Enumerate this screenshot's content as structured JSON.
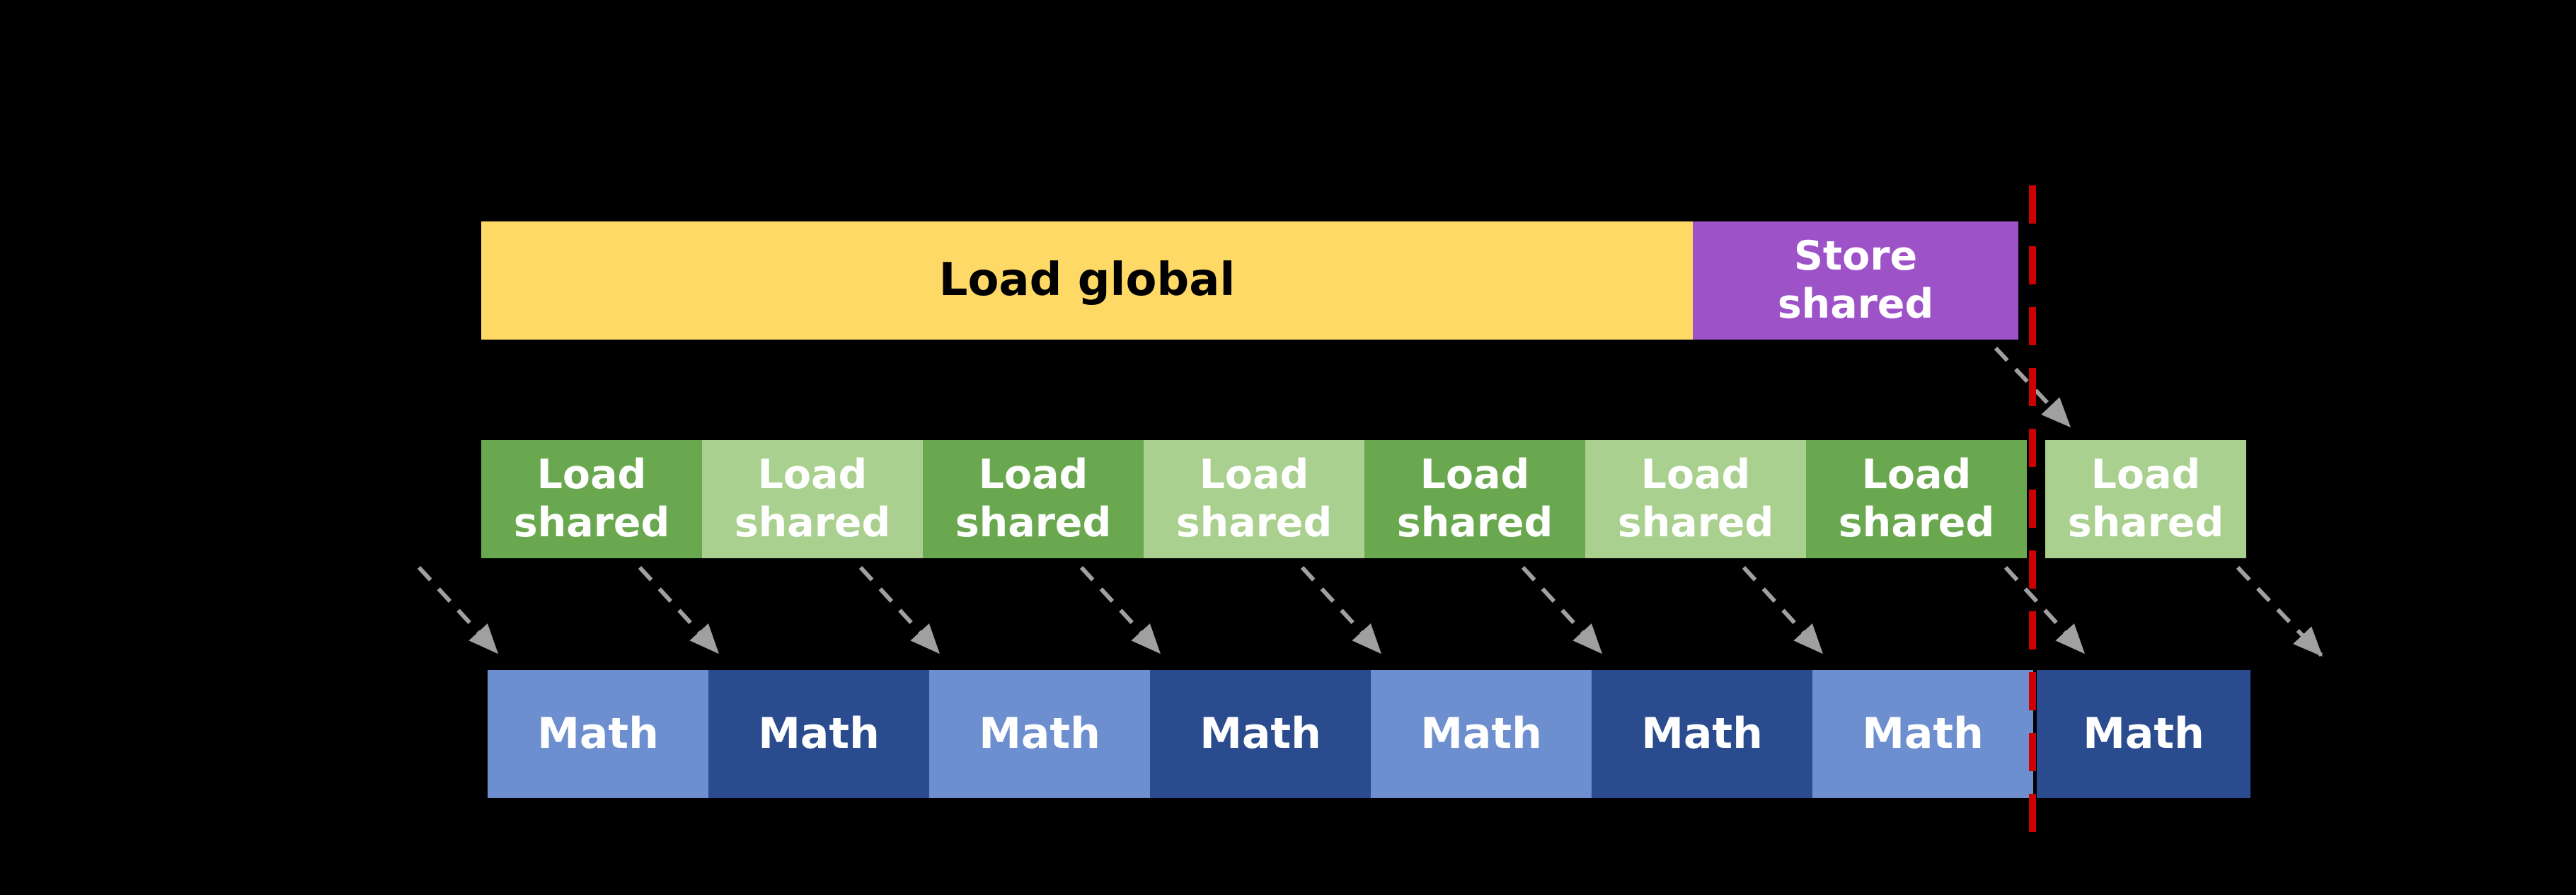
{
  "canvas": {
    "background": "#000000"
  },
  "palette": {
    "load_global": "#FFD966",
    "store_shared": "#9D52C8",
    "load_shared_dark": "#6AA84F",
    "load_shared_light": "#A9D08E",
    "math_light": "#6D8FCF",
    "math_dark": "#2A4C8F",
    "arrow": "#A0A0A0",
    "divider": "#CC0000",
    "label_on_yellow": "#000000",
    "label_on_color": "#FFFFFF"
  },
  "copy_row": {
    "load_global": {
      "label": "Load global"
    },
    "store_shared": {
      "label": "Store\nshared"
    }
  },
  "load_shared_row": {
    "blocks": [
      {
        "label": "Load\nshared",
        "shade": "dark"
      },
      {
        "label": "Load\nshared",
        "shade": "light"
      },
      {
        "label": "Load\nshared",
        "shade": "dark"
      },
      {
        "label": "Load\nshared",
        "shade": "light"
      },
      {
        "label": "Load\nshared",
        "shade": "dark"
      },
      {
        "label": "Load\nshared",
        "shade": "light"
      },
      {
        "label": "Load\nshared",
        "shade": "dark"
      },
      {
        "label": "Load\nshared",
        "shade": "light"
      }
    ]
  },
  "math_row": {
    "blocks": [
      {
        "label": "Math",
        "shade": "light"
      },
      {
        "label": "Math",
        "shade": "dark"
      },
      {
        "label": "Math",
        "shade": "light"
      },
      {
        "label": "Math",
        "shade": "dark"
      },
      {
        "label": "Math",
        "shade": "light"
      },
      {
        "label": "Math",
        "shade": "dark"
      },
      {
        "label": "Math",
        "shade": "light"
      },
      {
        "label": "Math",
        "shade": "dark"
      }
    ]
  },
  "divider": {
    "style": "dashed",
    "color": "#CC0000"
  },
  "arrows": [
    {
      "from": "Store shared",
      "to": "Load shared (next stage)",
      "style": "dashed"
    },
    {
      "from": "Load shared",
      "to": "Math 1",
      "style": "dashed"
    },
    {
      "from": "Load shared",
      "to": "Math 2",
      "style": "dashed"
    },
    {
      "from": "Load shared",
      "to": "Math 3",
      "style": "dashed"
    },
    {
      "from": "Load shared",
      "to": "Math 4",
      "style": "dashed"
    },
    {
      "from": "Load shared",
      "to": "Math 5",
      "style": "dashed"
    },
    {
      "from": "Load shared",
      "to": "Math 6",
      "style": "dashed"
    },
    {
      "from": "Load shared",
      "to": "Math 7",
      "style": "dashed"
    },
    {
      "from": "Load shared",
      "to": "Math 8",
      "style": "dashed"
    },
    {
      "from": "Load shared 8",
      "to": "Math (next stage)",
      "style": "dashed"
    }
  ]
}
